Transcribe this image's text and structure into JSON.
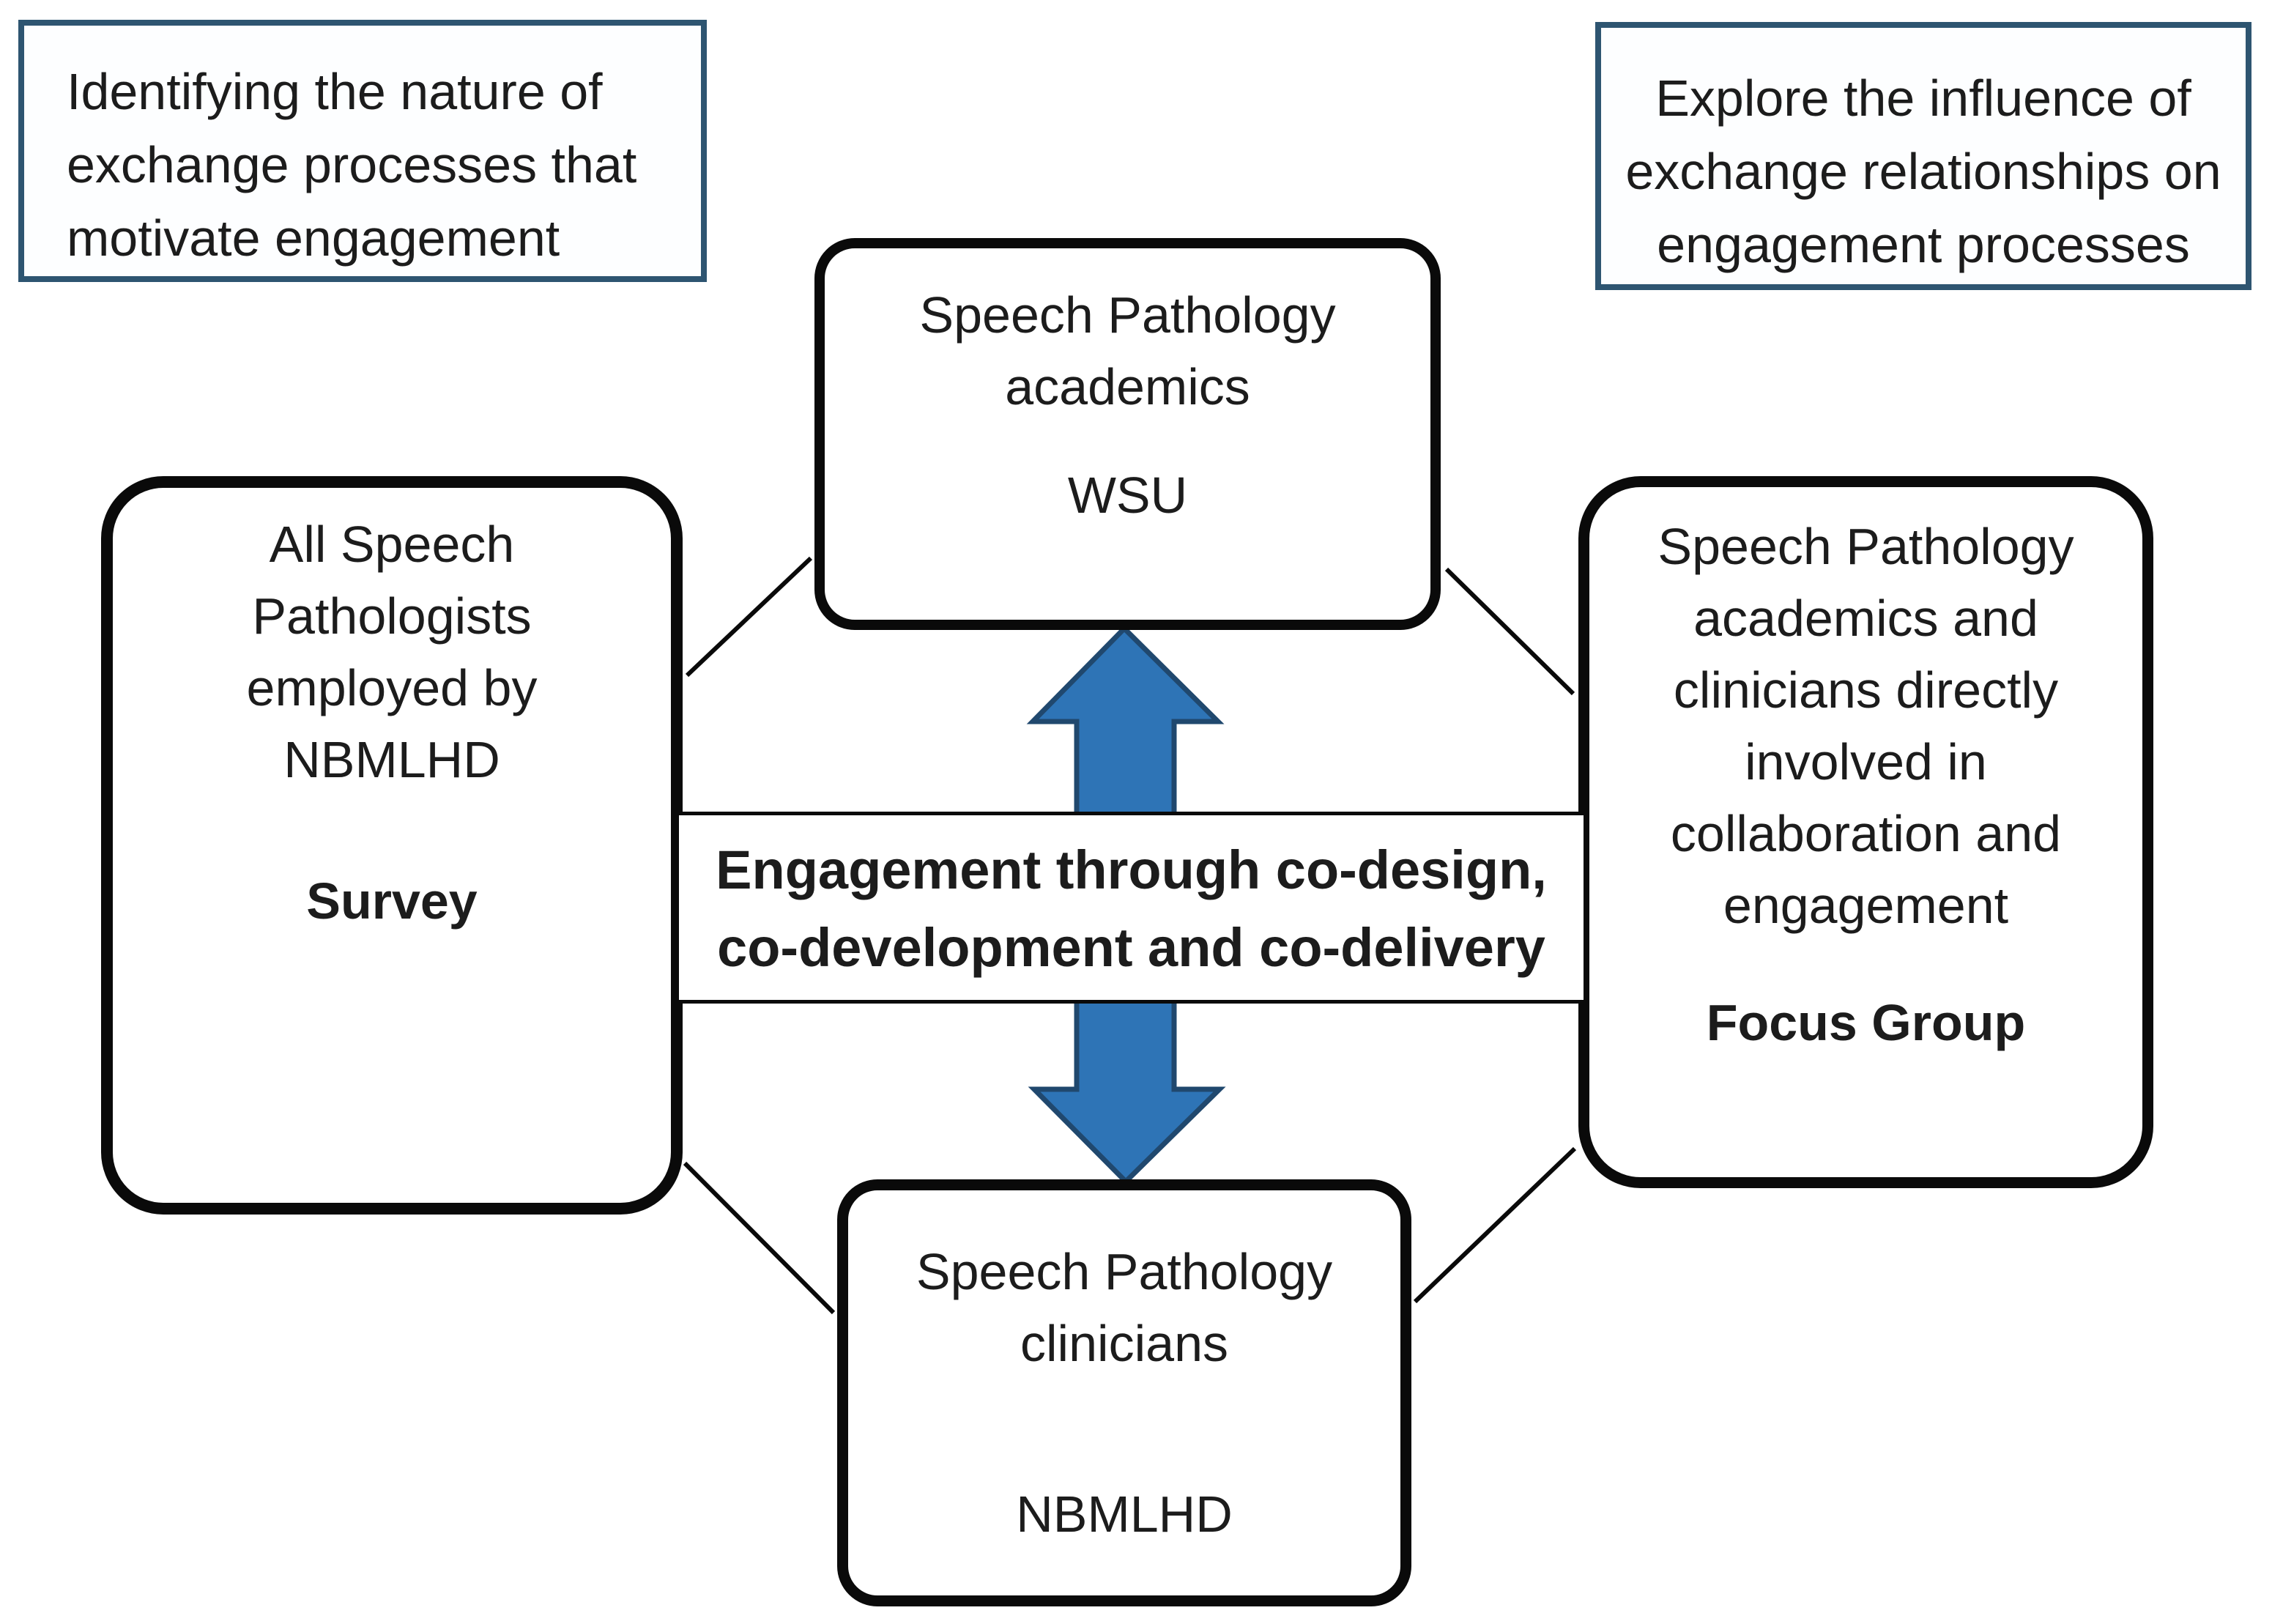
{
  "diagram_title": "Engagement study design diagram",
  "colors": {
    "background": "#ffffff",
    "objective_border": "#2e5571",
    "node_border": "#0a0a0a",
    "connector": "#0a0a0a",
    "arrow_fill": "#2e74b6",
    "arrow_outline": "#20486e",
    "text": "#1c1c1c"
  },
  "objectives": {
    "left": {
      "lines": [
        "Identifying the nature of",
        "exchange processes that",
        "motivate engagement"
      ]
    },
    "right": {
      "lines": [
        "Explore the influence of",
        "exchange relationships on",
        "engagement processes"
      ]
    }
  },
  "nodes": {
    "academics": {
      "lines": [
        "Speech Pathology",
        "academics"
      ],
      "org": "WSU"
    },
    "survey": {
      "lines": [
        "All Speech",
        "Pathologists",
        "employed by",
        "NBMLHD"
      ],
      "method": "Survey"
    },
    "focus": {
      "lines": [
        "Speech Pathology",
        "academics and",
        "clinicians directly",
        "involved in",
        "collaboration and",
        "engagement"
      ],
      "method": "Focus Group"
    },
    "clinicians": {
      "lines": [
        "Speech Pathology",
        "clinicians"
      ],
      "org": "NBMLHD"
    }
  },
  "band": {
    "lines": [
      "Engagement through co-design,",
      "co-development and co-delivery"
    ]
  }
}
